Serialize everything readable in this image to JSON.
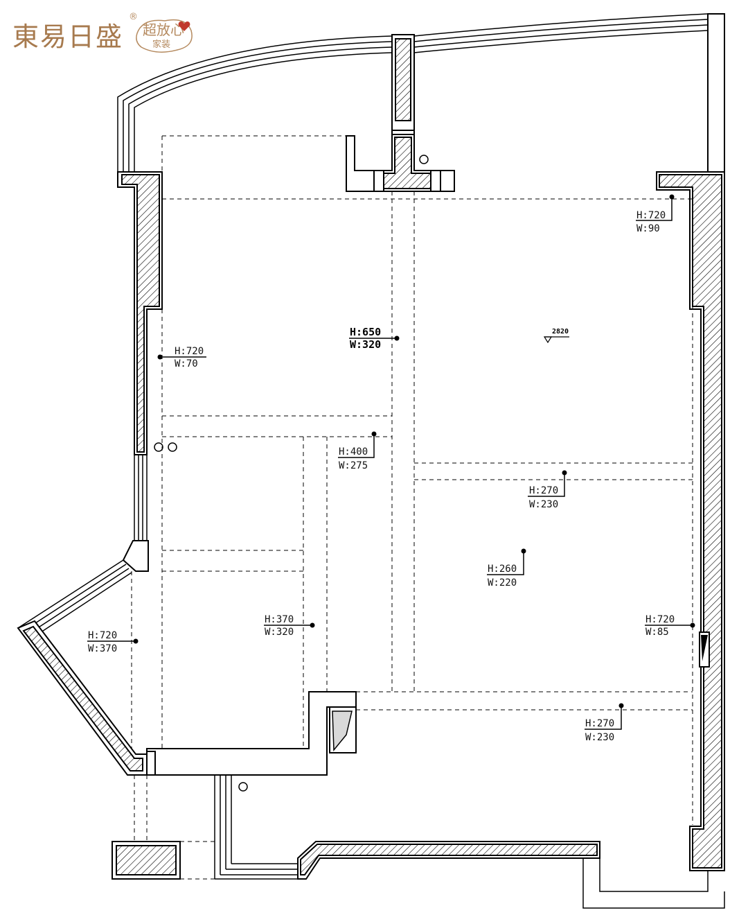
{
  "logo": {
    "main_text": "東易日盛",
    "sub_text_1": "超放心",
    "sub_text_2": "家装",
    "registered_mark": "®",
    "color": "#a77a4e"
  },
  "ceiling_level": "2820",
  "annotations": [
    {
      "id": "upper-right",
      "h": "H:720",
      "w": "W:90"
    },
    {
      "id": "left-wall",
      "h": "H:720",
      "w": "W:70"
    },
    {
      "id": "center-column",
      "h": "H:650",
      "w": "W:320"
    },
    {
      "id": "corridor",
      "h": "H:400",
      "w": "W:275"
    },
    {
      "id": "right-beam-upper",
      "h": "H:270",
      "w": "W:230"
    },
    {
      "id": "center-room",
      "h": "H:260",
      "w": "W:220"
    },
    {
      "id": "left-room",
      "h": "H:370",
      "w": "W:320"
    },
    {
      "id": "bay-window",
      "h": "H:720",
      "w": "W:370"
    },
    {
      "id": "right-wall",
      "h": "H:720",
      "w": "W:85"
    },
    {
      "id": "right-beam-lower",
      "h": "H:270",
      "w": "W:230"
    }
  ]
}
